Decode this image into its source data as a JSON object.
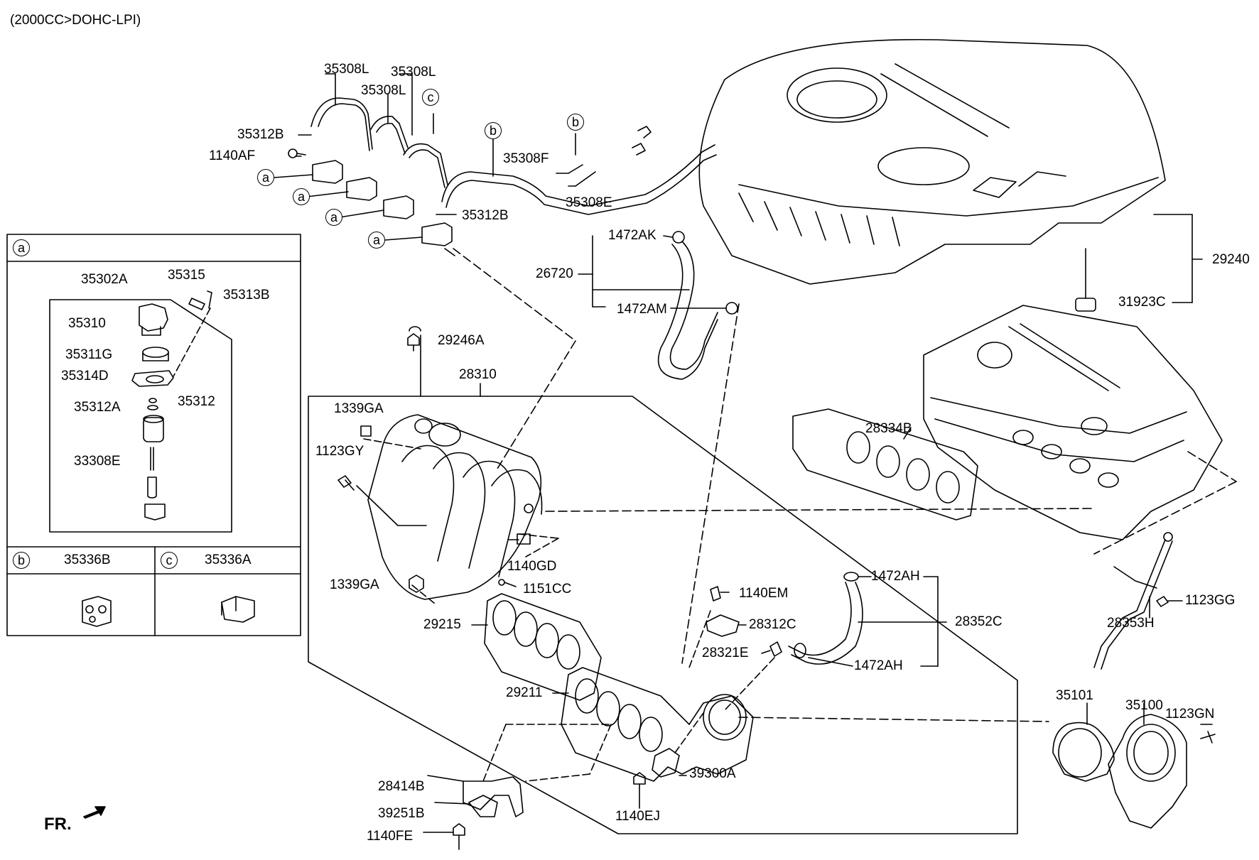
{
  "header": "(2000CC>DOHC-LPI)",
  "front_marker": "FR.",
  "callouts": {
    "a": "a",
    "b": "b",
    "c": "c"
  },
  "inset": {
    "a_label": "a",
    "b_label": "b",
    "b_part": "35336B",
    "c_label": "c",
    "c_part": "35336A",
    "parts": [
      "35302A",
      "35315",
      "35313B",
      "35310",
      "35311G",
      "35314D",
      "35312A",
      "35312",
      "33308E"
    ]
  },
  "parts": {
    "p35308L_1": "35308L",
    "p35308L_2": "35308L",
    "p35308L_3": "35308L",
    "p35312B_1": "35312B",
    "p1140AF": "1140AF",
    "p35308F": "35308F",
    "p35308E": "35308E",
    "p35312B_2": "35312B",
    "p1472AK": "1472AK",
    "p26720": "26720",
    "p1472AM": "1472AM",
    "p29240": "29240",
    "p31923C": "31923C",
    "p29246A": "29246A",
    "p28310": "28310",
    "p1339GA_1": "1339GA",
    "p1123GY": "1123GY",
    "p28334B": "28334B",
    "p1140GD": "1140GD",
    "p1339GA_2": "1339GA",
    "p1151CC": "1151CC",
    "p1140EM": "1140EM",
    "p1472AH_1": "1472AH",
    "p29215": "29215",
    "p28312C": "28312C",
    "p28352C": "28352C",
    "p28321E": "28321E",
    "p1472AH_2": "1472AH",
    "p1123GG": "1123GG",
    "p28353H": "28353H",
    "p29211": "29211",
    "p35101": "35101",
    "p35100": "35100",
    "p1123GN": "1123GN",
    "p28414B": "28414B",
    "p39300A": "39300A",
    "p39251B": "39251B",
    "p1140EJ": "1140EJ",
    "p1140FE": "1140FE"
  }
}
